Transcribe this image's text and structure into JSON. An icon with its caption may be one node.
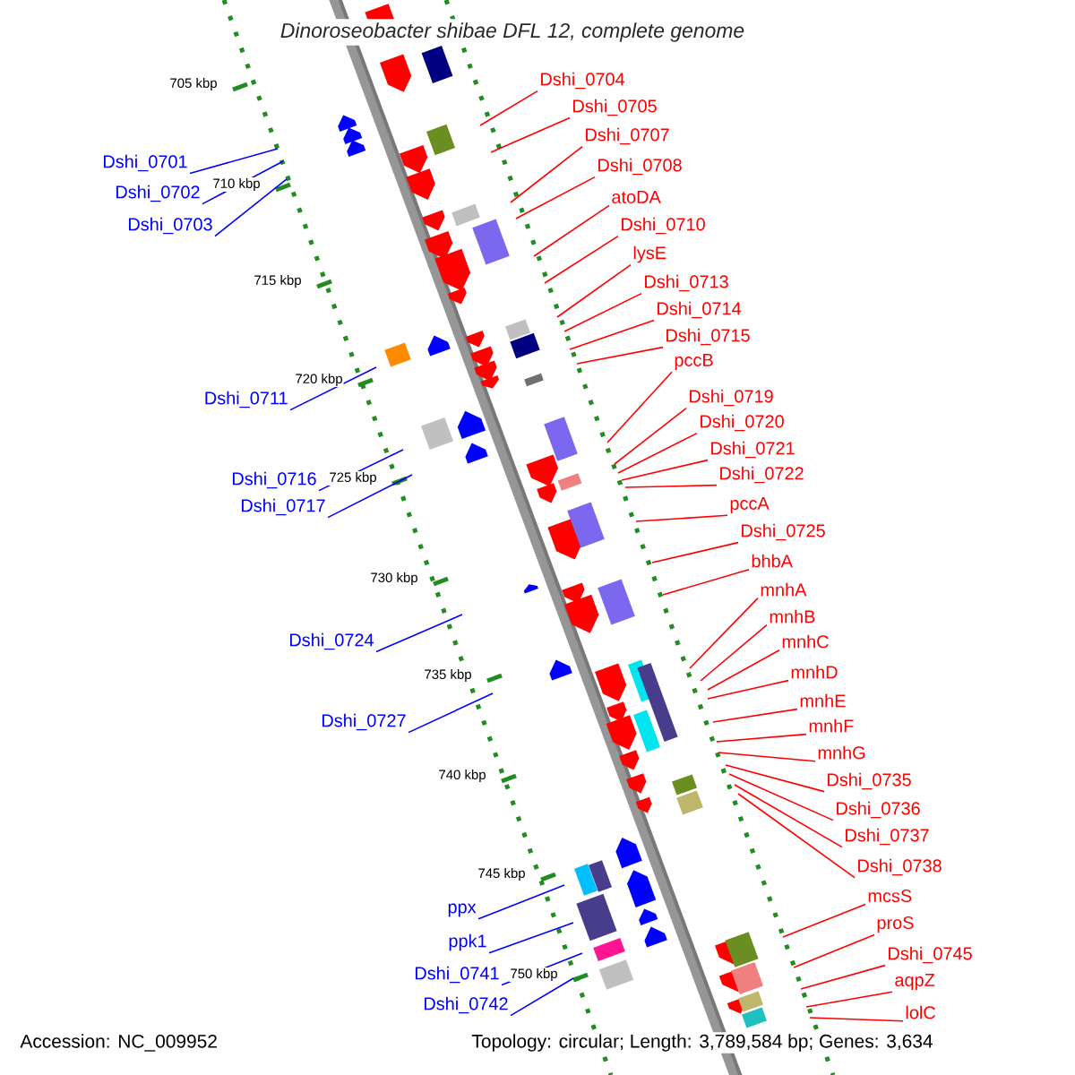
{
  "diagram": {
    "title": "Dinoroseobacter shibae DFL 12, complete genome",
    "nodes": [
      {
        "text": [
          "Dshi_0704"
        ]
      },
      {
        "text": [
          "Dshi_0705"
        ]
      },
      {
        "text": [
          "Dshi_0707"
        ]
      },
      {
        "text": [
          "Dshi_0701"
        ]
      },
      {
        "text": [
          "Dshi_0708"
        ]
      },
      {
        "text": [
          "Dshi_0702"
        ]
      },
      {
        "text": [
          "atoDA"
        ]
      },
      {
        "text": [
          "Dshi_0703"
        ]
      },
      {
        "text": [
          "Dshi_0710"
        ]
      },
      {
        "text": [
          "lysE"
        ]
      },
      {
        "text": [
          "Dshi_0713"
        ]
      },
      {
        "text": [
          "Dshi_0714"
        ]
      },
      {
        "text": [
          "Dshi_0715"
        ]
      },
      {
        "text": [
          "pccB"
        ]
      },
      {
        "text": [
          "Dshi_0719"
        ]
      },
      {
        "text": [
          "Dshi_0711"
        ]
      },
      {
        "text": [
          "Dshi_0720"
        ]
      },
      {
        "text": [
          "Dshi_0721"
        ]
      },
      {
        "text": [
          "Dshi_0722"
        ]
      },
      {
        "text": [
          "Dshi_0716"
        ]
      },
      {
        "text": [
          "pccA"
        ]
      },
      {
        "text": [
          "Dshi_0717"
        ]
      },
      {
        "text": [
          "Dshi_0725"
        ]
      },
      {
        "text": [
          "bhbA"
        ]
      },
      {
        "text": [
          "mnhA"
        ]
      },
      {
        "text": [
          "mnhB"
        ]
      },
      {
        "text": [
          "Dshi_0724"
        ]
      },
      {
        "text": [
          "mnhC"
        ]
      },
      {
        "text": [
          "mnhD"
        ]
      },
      {
        "text": [
          "mnhE"
        ]
      },
      {
        "text": [
          "Dshi_0727"
        ]
      },
      {
        "text": [
          "mnhF"
        ]
      },
      {
        "text": [
          "mnhG"
        ]
      },
      {
        "text": [
          "Dshi_0735"
        ]
      },
      {
        "text": [
          "Dshi_0736"
        ]
      },
      {
        "text": [
          "Dshi_0737"
        ]
      },
      {
        "text": [
          "Dshi_0738"
        ]
      },
      {
        "text": [
          "mcsS"
        ]
      },
      {
        "text": [
          "ppx"
        ]
      },
      {
        "text": [
          "proS"
        ]
      },
      {
        "text": [
          "ppk1"
        ]
      },
      {
        "text": [
          "Dshi_0745"
        ]
      },
      {
        "text": [
          "Dshi_0741"
        ]
      },
      {
        "text": [
          "aqpZ"
        ]
      },
      {
        "text": [
          "Dshi_0742"
        ]
      },
      {
        "text": [
          "lolC"
        ]
      }
    ],
    "edges": [
      {
        "from": 0,
        "to": null,
        "arrow": "none"
      },
      {
        "from": 1,
        "to": null,
        "arrow": "none"
      },
      {
        "from": 2,
        "to": null,
        "arrow": "none"
      },
      {
        "from": 3,
        "to": null,
        "arrow": "none",
        "color": "#0000ff"
      },
      {
        "from": 4,
        "to": null,
        "arrow": "none"
      },
      {
        "from": 5,
        "to": null,
        "arrow": "none",
        "color": "#0000ff"
      },
      {
        "from": 6,
        "to": null,
        "arrow": "none"
      },
      {
        "from": 7,
        "to": null,
        "arrow": "none",
        "color": "#0000ff"
      },
      {
        "from": 8,
        "to": null,
        "arrow": "none"
      },
      {
        "from": 9,
        "to": null,
        "arrow": "none"
      },
      {
        "from": 10,
        "to": null,
        "arrow": "none"
      },
      {
        "from": 11,
        "to": null,
        "arrow": "none"
      },
      {
        "from": 12,
        "to": null,
        "arrow": "none"
      },
      {
        "from": 13,
        "to": null,
        "arrow": "none"
      },
      {
        "from": 14,
        "to": null,
        "arrow": "none"
      },
      {
        "from": 15,
        "to": null,
        "arrow": "none",
        "color": "#0000ff"
      },
      {
        "from": 16,
        "to": null,
        "arrow": "none"
      },
      {
        "from": 17,
        "to": null,
        "arrow": "none"
      },
      {
        "from": 18,
        "to": null,
        "arrow": "none"
      },
      {
        "from": 19,
        "to": null,
        "arrow": "none",
        "color": "#0000ff"
      },
      {
        "from": 20,
        "to": null,
        "arrow": "none"
      },
      {
        "from": 21,
        "to": null,
        "arrow": "none",
        "color": "#0000ff"
      },
      {
        "from": 22,
        "to": null,
        "arrow": "none"
      },
      {
        "from": 23,
        "to": null,
        "arrow": "none"
      },
      {
        "from": 24,
        "to": null,
        "arrow": "none"
      },
      {
        "from": 25,
        "to": null,
        "arrow": "none"
      },
      {
        "from": 26,
        "to": null,
        "arrow": "none",
        "color": "#0000ff"
      },
      {
        "from": 27,
        "to": null,
        "arrow": "none"
      },
      {
        "from": 28,
        "to": null,
        "arrow": "none"
      },
      {
        "from": 29,
        "to": null,
        "arrow": "none"
      },
      {
        "from": 30,
        "to": null,
        "arrow": "none",
        "color": "#0000ff"
      },
      {
        "from": 31,
        "to": null,
        "arrow": "none"
      },
      {
        "from": 32,
        "to": null,
        "arrow": "none"
      },
      {
        "from": 33,
        "to": null,
        "arrow": "none"
      },
      {
        "from": 34,
        "to": null,
        "arrow": "none"
      },
      {
        "from": 35,
        "to": null,
        "arrow": "none"
      },
      {
        "from": 36,
        "to": null,
        "arrow": "none"
      },
      {
        "from": 37,
        "to": null,
        "arrow": "none"
      },
      {
        "from": 38,
        "to": null,
        "arrow": "none",
        "color": "#0000ff"
      },
      {
        "from": 39,
        "to": null,
        "arrow": "none"
      },
      {
        "from": 40,
        "to": null,
        "arrow": "none",
        "color": "#0000ff"
      },
      {
        "from": 41,
        "to": null,
        "arrow": "none"
      },
      {
        "from": 42,
        "to": null,
        "arrow": "none",
        "color": "#0000ff"
      },
      {
        "from": 43,
        "to": null,
        "arrow": "none"
      },
      {
        "from": 44,
        "to": null,
        "arrow": "none",
        "color": "#0000ff"
      },
      {
        "from": 45,
        "to": null,
        "arrow": "none"
      }
    ],
    "labels": [
      "705 kbp",
      "710 kbp",
      "715 kbp",
      "720 kbp",
      "725 kbp",
      "730 kbp",
      "735 kbp",
      "740 kbp",
      "745 kbp",
      "750 kbp",
      "Accession: NC_009952",
      "Topology: circular; Length: 3,789,584 bp; Genes: 3,634"
    ]
  }
}
